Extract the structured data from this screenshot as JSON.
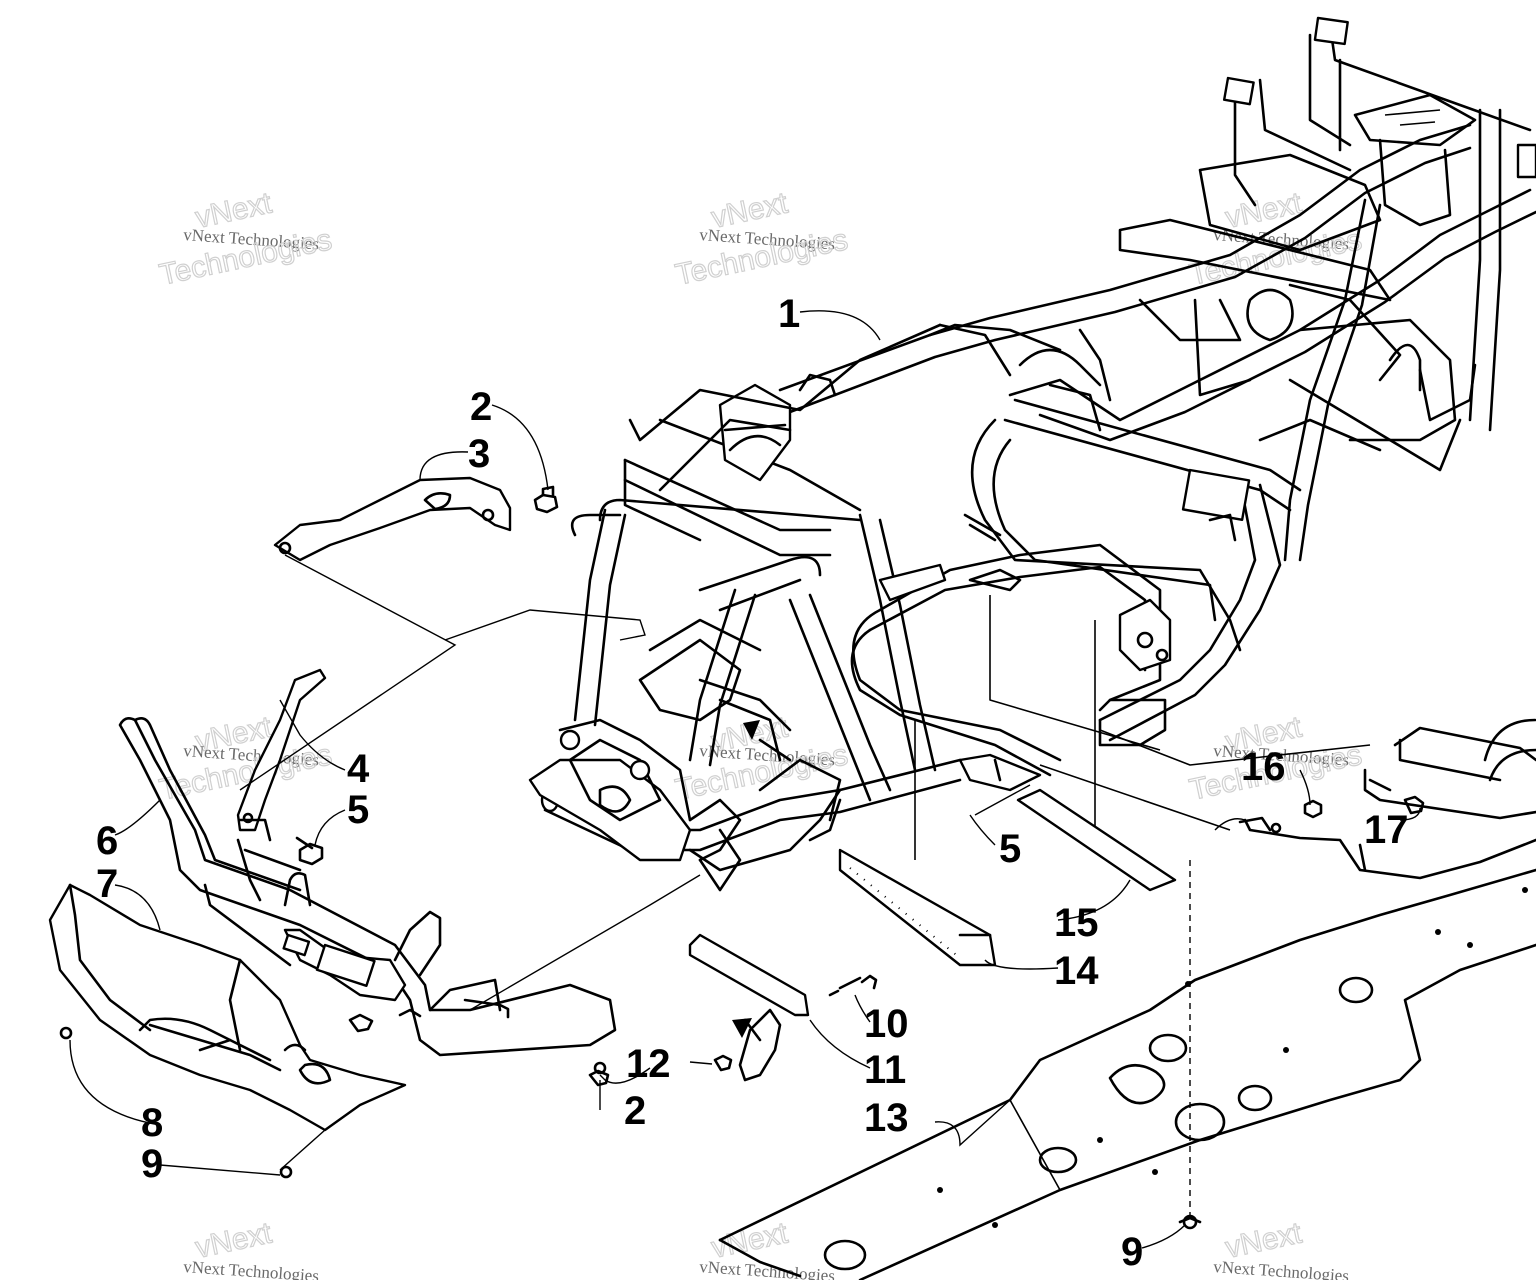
{
  "diagram": {
    "callouts": [
      {
        "id": "c1",
        "label": "1"
      },
      {
        "id": "c2a",
        "label": "2"
      },
      {
        "id": "c3",
        "label": "3"
      },
      {
        "id": "c4",
        "label": "4"
      },
      {
        "id": "c5a",
        "label": "5"
      },
      {
        "id": "c5b",
        "label": "5"
      },
      {
        "id": "c6",
        "label": "6"
      },
      {
        "id": "c7",
        "label": "7"
      },
      {
        "id": "c8",
        "label": "8"
      },
      {
        "id": "c9a",
        "label": "9"
      },
      {
        "id": "c9b",
        "label": "9"
      },
      {
        "id": "c10",
        "label": "10"
      },
      {
        "id": "c11",
        "label": "11"
      },
      {
        "id": "c12",
        "label": "12"
      },
      {
        "id": "c2b",
        "label": "2"
      },
      {
        "id": "c13",
        "label": "13"
      },
      {
        "id": "c14",
        "label": "14"
      },
      {
        "id": "c15",
        "label": "15"
      },
      {
        "id": "c16",
        "label": "16"
      },
      {
        "id": "c17",
        "label": "17"
      }
    ]
  },
  "watermark": {
    "brand_line": "vNext Technologies",
    "brand_word": "vNext",
    "brand_word2": "Technologies"
  }
}
